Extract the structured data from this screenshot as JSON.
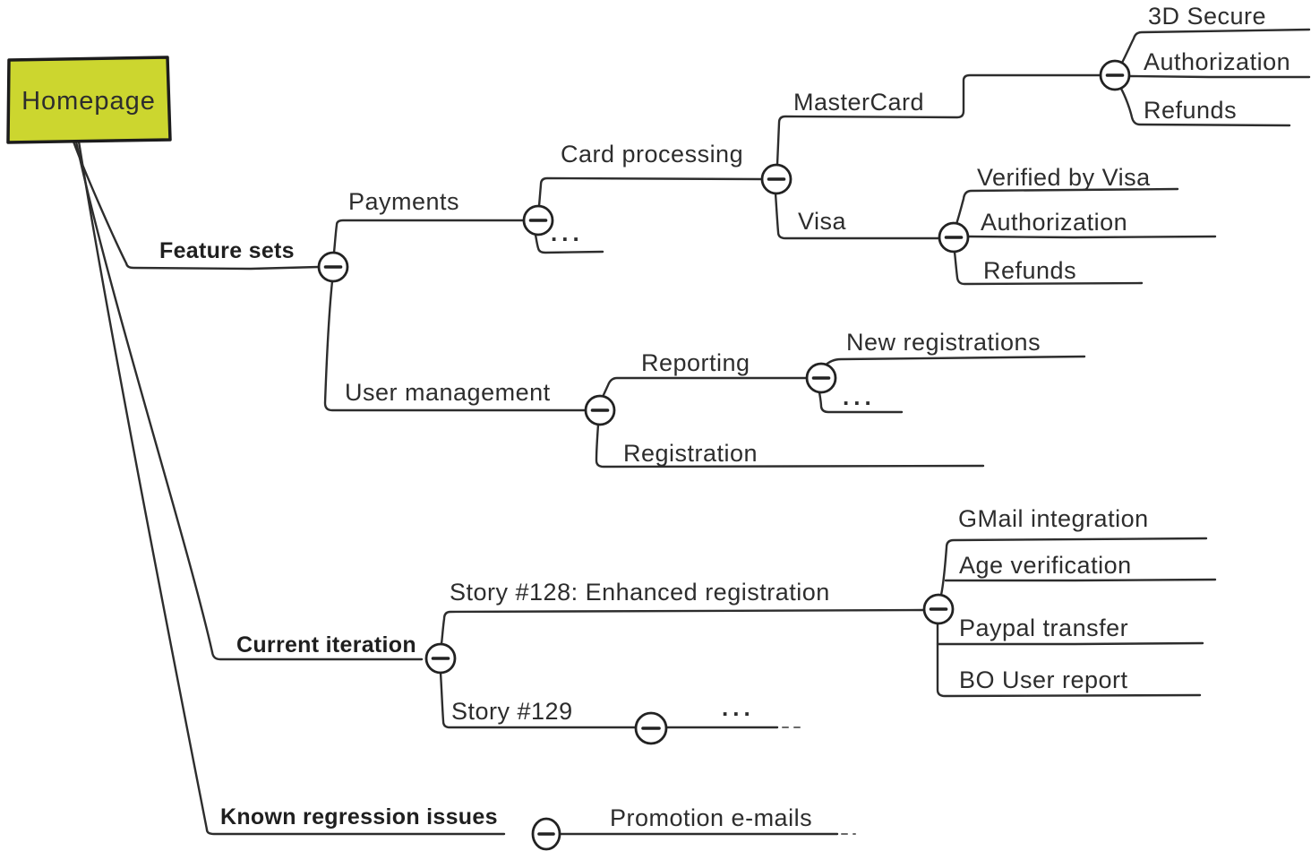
{
  "diagram": {
    "type": "mind-map",
    "root": {
      "label": "Homepage"
    },
    "colors": {
      "root_fill": "#ccd62f",
      "root_border": "#1c1c1c",
      "line": "#2d2d2d",
      "text": "#2d2d2d",
      "toggle_fill": "#ffffff"
    },
    "toggle_glyph": "minus",
    "nodes": {
      "feature_sets": "Feature sets",
      "payments": "Payments",
      "payments_collapsed": "...",
      "card_processing": "Card processing",
      "mastercard": "MasterCard",
      "mastercard_3d_secure": "3D Secure",
      "mastercard_authorization": "Authorization",
      "mastercard_refunds": "Refunds",
      "visa": "Visa",
      "visa_verified_by_visa": "Verified by Visa",
      "visa_authorization": "Authorization",
      "visa_refunds": "Refunds",
      "user_management": "User management",
      "reporting": "Reporting",
      "new_registrations": "New registrations",
      "reporting_collapsed": "...",
      "registration": "Registration",
      "current_iteration": "Current iteration",
      "story_128": "Story #128: Enhanced registration",
      "gmail_integration": "GMail integration",
      "age_verification": "Age verification",
      "paypal_transfer": "Paypal transfer",
      "bo_user_report": "BO User report",
      "story_129": "Story #129",
      "story_129_collapsed": "...",
      "known_regression_issues": "Known regression issues",
      "promotion_emails": "Promotion e-mails"
    }
  }
}
